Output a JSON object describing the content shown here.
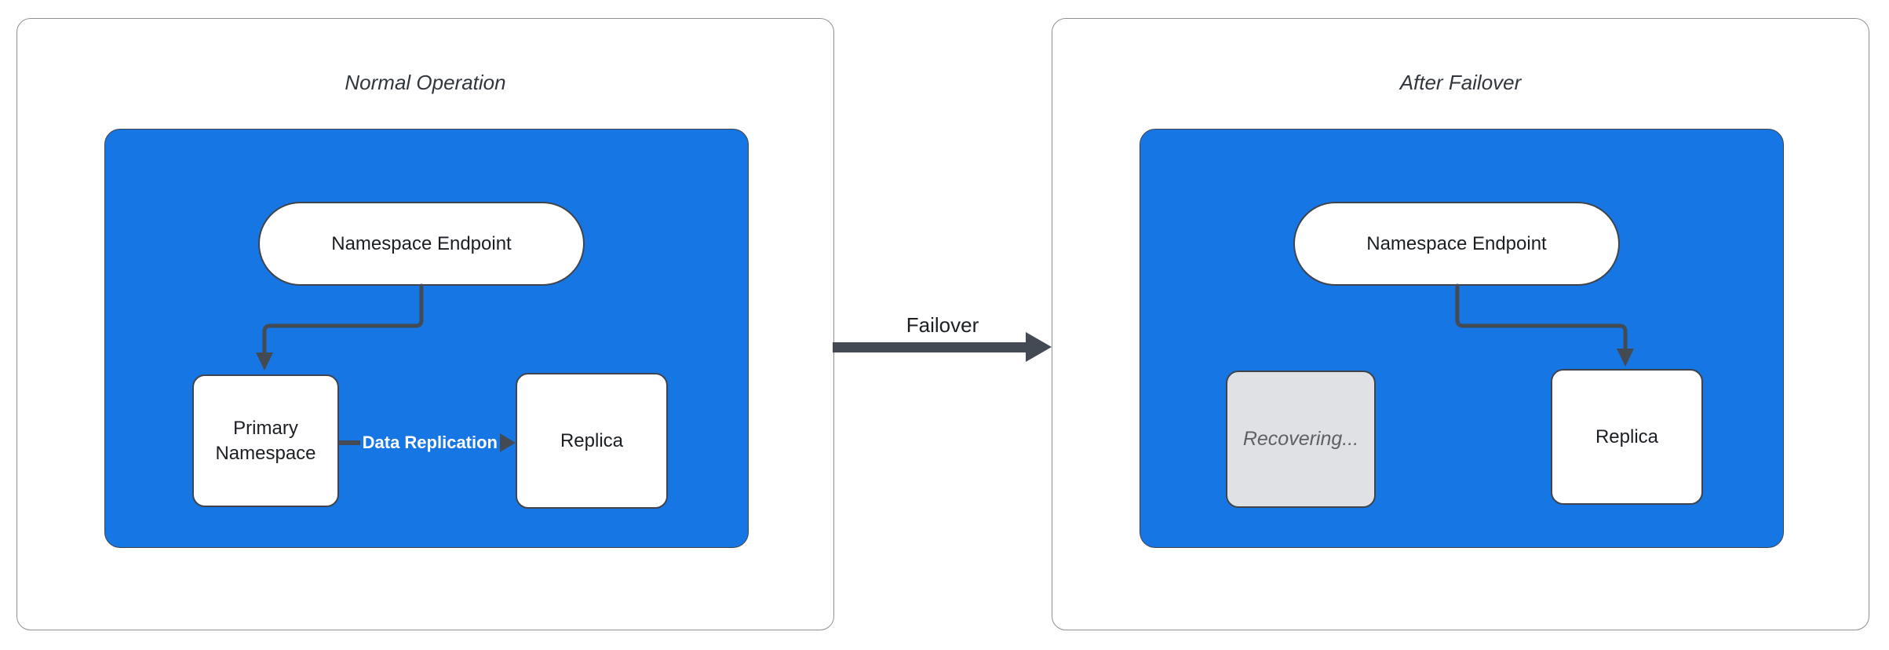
{
  "diagram": {
    "panels": [
      {
        "title": "Normal Operation",
        "endpoint_label": "Namespace Endpoint",
        "nodes": {
          "left": "Primary Namespace",
          "right": "Replica"
        },
        "edge_label": "Data Replication"
      },
      {
        "title": "After Failover",
        "endpoint_label": "Namespace Endpoint",
        "nodes": {
          "left": "Recovering...",
          "right": "Replica"
        }
      }
    ],
    "failover_label": "Failover"
  },
  "colors": {
    "canvas_bg": "#ffffff",
    "blue": "#1677E4",
    "connector": "#434A53",
    "shape_border": "#3F444C",
    "panel_border": "#8C9095",
    "gray_fill": "#DFE1E4",
    "gray_text": "#5D6167",
    "node_text": "#1B1E23",
    "title_text": "#31363D",
    "edge_label_text": "#FFFFFF"
  }
}
